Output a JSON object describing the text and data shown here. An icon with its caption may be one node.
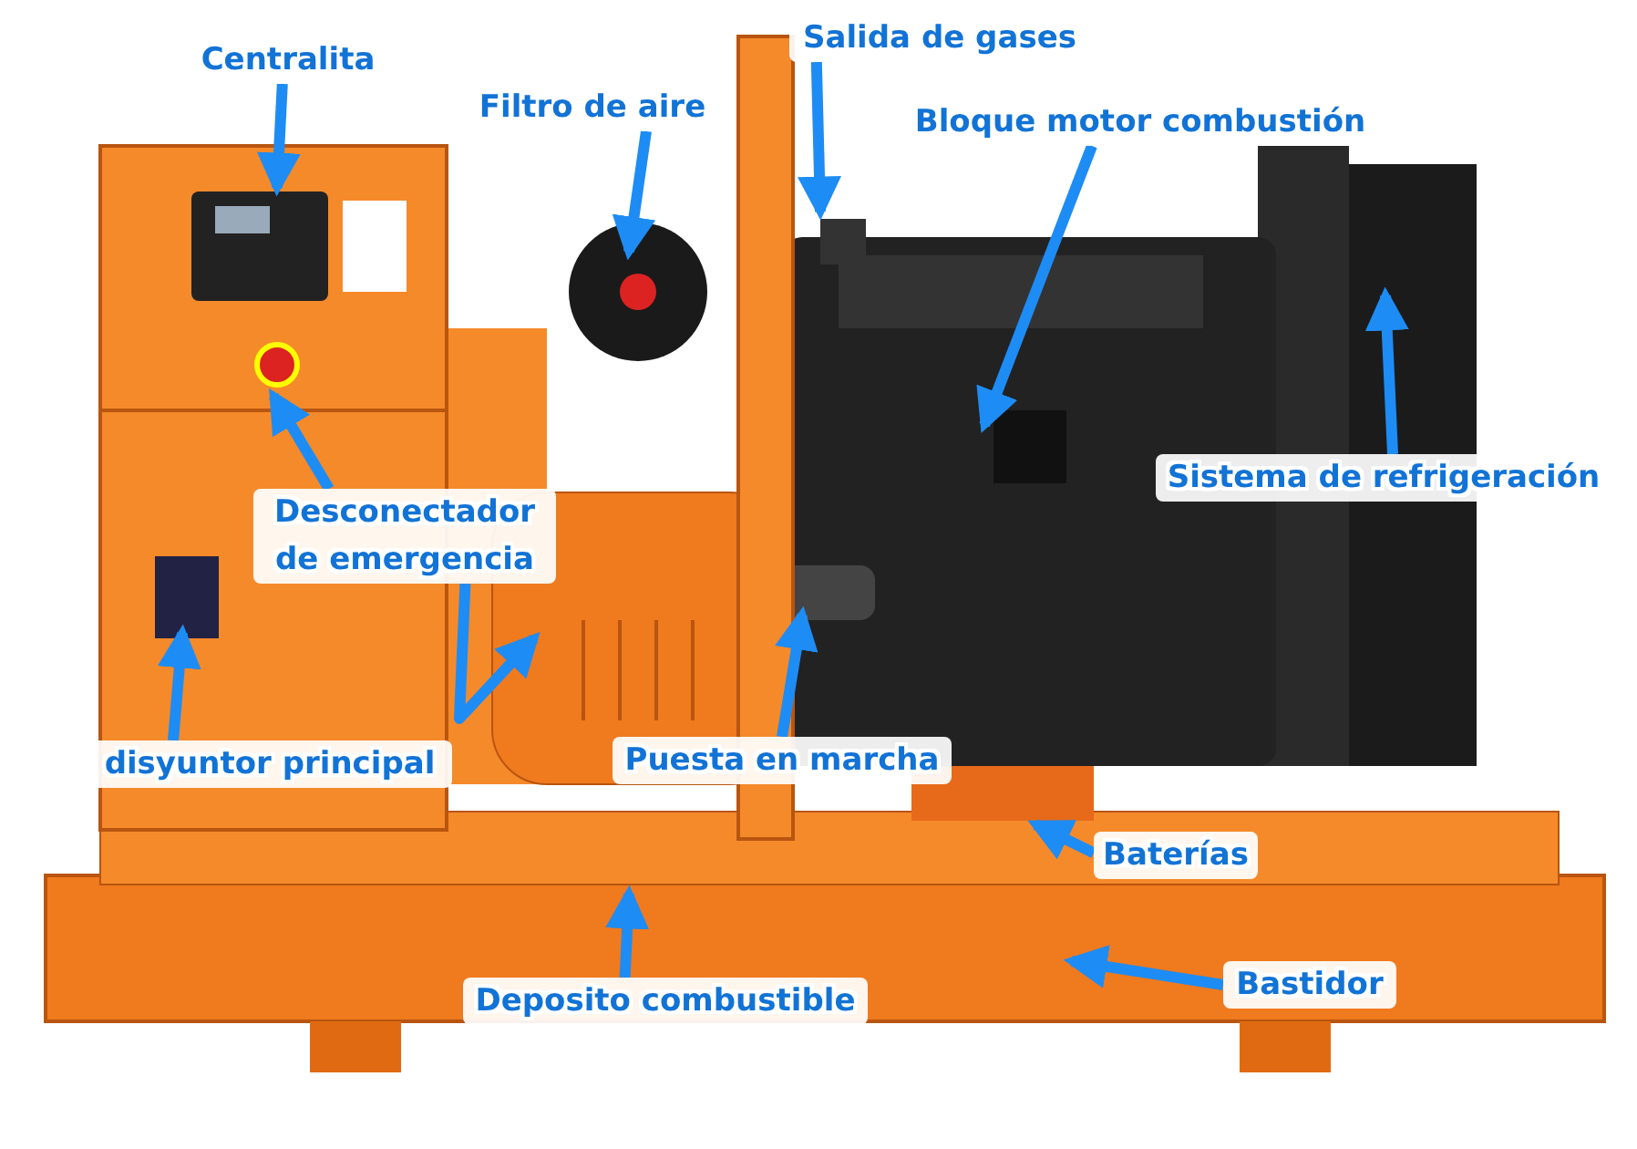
{
  "diagram": {
    "nodes": [
      {
        "text": [
          "Salida de gases"
        ]
      },
      {
        "text": [
          "Centralita"
        ]
      },
      {
        "text": [
          "Filtro de aire"
        ]
      },
      {
        "text": [
          "Bloque motor combustión"
        ]
      },
      {
        "text": [
          "Sistema de refrigeración"
        ]
      },
      {
        "text": [
          "Desconectador de emergencia"
        ]
      },
      {
        "text": [
          "disyuntor principal"
        ]
      },
      {
        "text": [
          "Puesta en marcha"
        ]
      },
      {
        "text": [
          "Baterías"
        ]
      },
      {
        "text": [
          "Bastidor"
        ]
      },
      {
        "text": [
          "Deposito combustible"
        ]
      }
    ],
    "edges": [
      {
        "from": 0,
        "to": null,
        "arrow": "to"
      },
      {
        "from": 1,
        "to": null,
        "arrow": "to"
      },
      {
        "from": 2,
        "to": null,
        "arrow": "to"
      },
      {
        "from": 3,
        "to": null,
        "arrow": "to"
      },
      {
        "from": 4,
        "to": null,
        "arrow": "to"
      },
      {
        "from": 5,
        "to": null,
        "arrow": "to"
      },
      {
        "from": 5,
        "to": null,
        "arrow": "to"
      },
      {
        "from": 6,
        "to": null,
        "arrow": "to"
      },
      {
        "from": 7,
        "to": null,
        "arrow": "to"
      },
      {
        "from": 8,
        "to": null,
        "arrow": "to"
      },
      {
        "from": 9,
        "to": null,
        "arrow": "to"
      },
      {
        "from": 10,
        "to": null,
        "arrow": "to"
      }
    ]
  }
}
